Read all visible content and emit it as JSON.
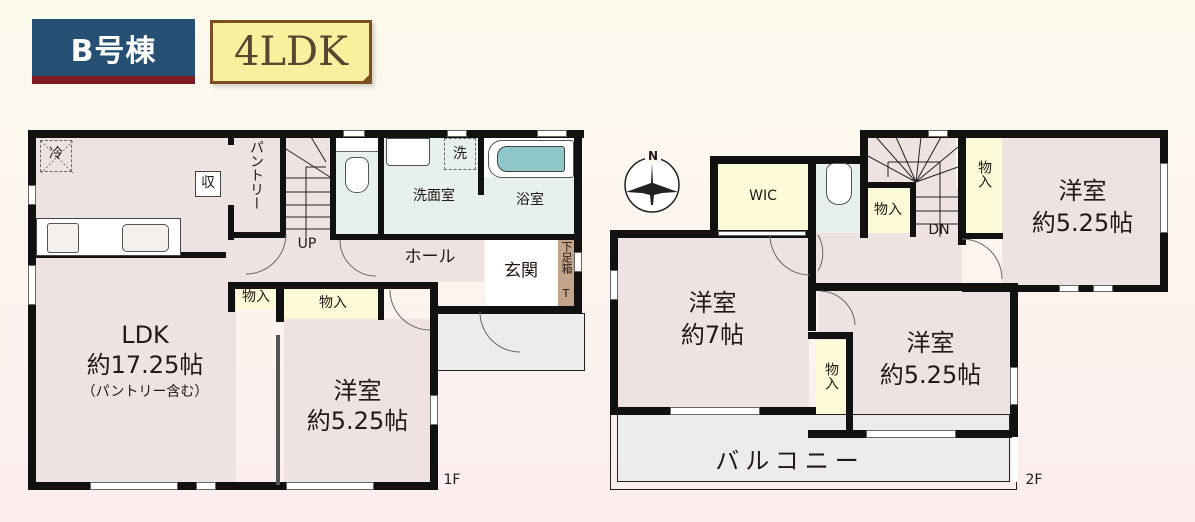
{
  "header": {
    "building": "B号棟",
    "layout_type": "4LDK"
  },
  "floor1": {
    "label": "1F",
    "rooms": {
      "ldk": {
        "name": "LDK",
        "size": "約17.25帖",
        "note": "（パントリー含む）"
      },
      "pantry": "パントリー",
      "storage_mark": "収",
      "fridge_mark": "冷",
      "washer_mark": "洗",
      "stairs_up": "UP",
      "washroom": "洗面室",
      "bathroom": "浴室",
      "hall": "ホール",
      "entrance": "玄関",
      "shoe_box": "下足箱",
      "shoe_box_t": "T",
      "closet_small": "物入",
      "closet": "物入",
      "western_room": {
        "name": "洋室",
        "size": "約5.25帖"
      }
    }
  },
  "floor2": {
    "label": "2F",
    "compass": "N",
    "rooms": {
      "wic": "WIC",
      "closet_stair": "物入",
      "stairs_down": "DN",
      "closet_ne": "物入",
      "western_ne": {
        "name": "洋室",
        "size": "約5.25帖"
      },
      "western_w": {
        "name": "洋室",
        "size": "約7帖"
      },
      "closet_mid": "物入",
      "western_se": {
        "name": "洋室",
        "size": "約5.25帖"
      },
      "balcony": "バルコニー"
    }
  }
}
